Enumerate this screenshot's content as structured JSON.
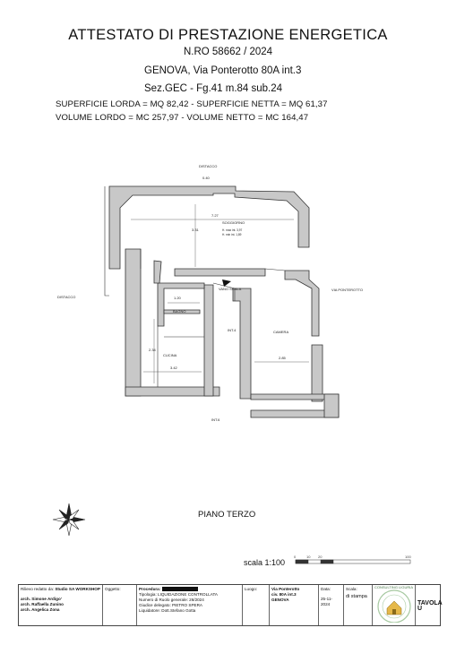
{
  "header": {
    "title": "ATTESTATO DI PRESTAZIONE ENERGETICA",
    "nro": "N.RO 58662 / 2024",
    "address": "GENOVA, Via Ponterotto 80A int.3",
    "cadastre": "Sez.GEC - Fg.41 m.84 sub.24",
    "surfaces": "SUPERFICIE LORDA = MQ 82,42 - SUPERFICIE NETTA = MQ 61,37",
    "volumes": "VOLUME LORDO =  MC 257,97 - VOLUME NETTO = MC 164,47"
  },
  "plan": {
    "top_label": "DISTACCO",
    "left_label": "DISTACCO",
    "right_label": "VIA PONTEROTTO",
    "bottom_label": "INT.6",
    "soggiorno": "SOGGIORNO",
    "soggiorno_hmax": "H. max int. 3,97",
    "soggiorno_hmin": "H. min int. 1,89",
    "vano_scala": "VANO SCALA",
    "bagno": "BAGNO",
    "cucina": "CUCINA",
    "camera": "CAMERA",
    "int4": "INT.4",
    "dim_727": "7.27",
    "dim_120": "1.20",
    "dim_342": "3.42",
    "dim_285": "2.85",
    "dim_331": "3.31",
    "dim_234": "2.34",
    "dim_040": "0.40"
  },
  "floor_label": "PIANO TERZO",
  "scale": {
    "label": "scala 1:100",
    "ticks": [
      "0",
      "10",
      "20",
      "100"
    ]
  },
  "title_block": {
    "rilievo_label": "Rilievo redatto da:",
    "studio": "Studio SA WORKSHOP",
    "arch1": "arch. Simone Ardigo'",
    "arch2": "arch. Raffaella Zunino",
    "arch3": "arch. Angelica Zona",
    "oggetto_label": "Oggetto:",
    "procedura": "Procedura:",
    "tipologia": "Tipologia: LIQUIDAZIONE CONTROLLATA",
    "numero": "Numero di Ruolo generale: 26/2024",
    "giudice": "Giudice delegato: PIETRO SPERA",
    "liquidatore": "Liquidatore: Dott.Stefano Gotta",
    "luogo_label": "Luogo:",
    "via": "Via Ponterotto",
    "civ": "civ. 80A int.3",
    "citta": "GENOVA",
    "data_label": "Data:",
    "data": "25-11-2024",
    "scala_label": "Scala:",
    "di_stampa": "di stampa",
    "stamp_text": "CONSULTING LIGURIA",
    "tavola": "TAVOLA U"
  },
  "colors": {
    "wall_fill": "#c8c8c8",
    "wall_stroke": "#333333",
    "text": "#111111"
  }
}
